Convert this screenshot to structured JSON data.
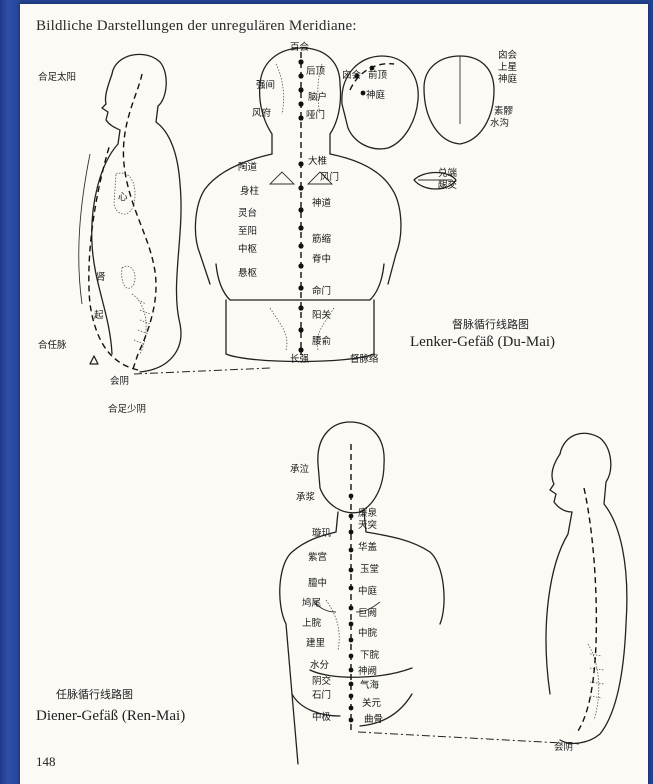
{
  "page": {
    "title": "Bildliche Darstellungen der unregulären Meridiane:",
    "page_number": "148"
  },
  "du_mai": {
    "caption_zh": "督脉循行线路图",
    "caption_de": "Lenker-Gefäß (Du-Mai)",
    "labels": {
      "baihui": "百会",
      "qianding_top": "囟会",
      "shangxing": "上星",
      "shenting_r": "神庭",
      "houding": "后顶",
      "qiangjian": "强间",
      "naohu": "脑户",
      "fengfu": "风府",
      "yamen": "哑门",
      "xinhui": "囟会",
      "qianding": "前顶",
      "shenting": "神庭",
      "suliao": "素髎",
      "shuigou": "水沟",
      "duiduan": "兑端",
      "yinjiao": "龈交",
      "taodao": "陶道",
      "dazhui": "大椎",
      "fengmen": "风门",
      "shenzhu": "身柱",
      "shendao": "神道",
      "lingtai": "灵台",
      "zhiyang": "至阳",
      "jinsuo": "筋缩",
      "zhongshu": "中枢",
      "jizhong": "脊中",
      "xuanshu": "悬枢",
      "mingmen": "命门",
      "yangguan": "阳关",
      "yaoshu": "腰俞",
      "changqiang": "长强",
      "dumailuo": "督脉络",
      "hezutaiyang": "合足太阳",
      "xin": "心",
      "shen": "肾",
      "qi": "起",
      "herenmai": "合任脉",
      "huiyin": "会阴",
      "hezushaoyin": "合足少阴"
    }
  },
  "ren_mai": {
    "caption_zh": "任脉循行线路图",
    "caption_de": "Diener-Gefäß (Ren-Mai)",
    "labels": {
      "chengqi": "承泣",
      "chengjiang": "承浆",
      "lianquan": "廉泉",
      "tiantu": "天突",
      "xuanji": "璇玑",
      "huagai": "华盖",
      "zigong": "紫宫",
      "yutang": "玉堂",
      "tanzhong": "膻中",
      "zhongting": "中庭",
      "jiuwei": "鸠尾",
      "juque": "巨阙",
      "shangwan": "上脘",
      "zhongwan": "中脘",
      "jianli": "建里",
      "xiawan": "下脘",
      "shuifen": "水分",
      "shenque": "神阙",
      "yinjiao": "阴交",
      "qihai": "气海",
      "shimen": "石门",
      "guanyuan": "关元",
      "zhongji": "中极",
      "qugu": "曲骨",
      "huiyin": "会阴"
    }
  }
}
